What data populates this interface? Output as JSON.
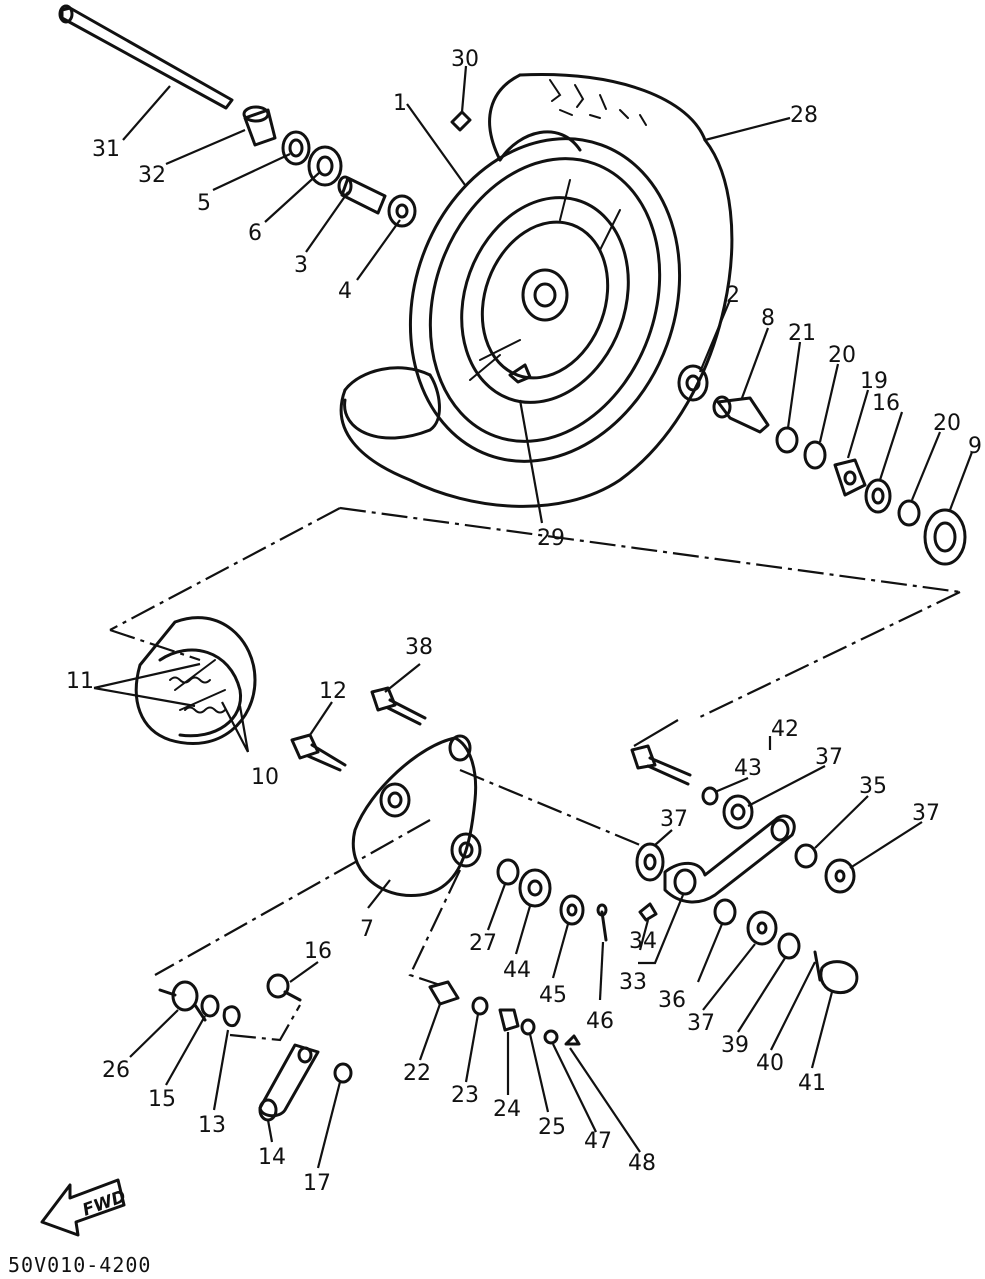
{
  "diagram": {
    "part_numbers": [
      "1",
      "2",
      "3",
      "4",
      "5",
      "6",
      "7",
      "8",
      "9",
      "10",
      "11",
      "12",
      "13",
      "14",
      "15",
      "16",
      "16",
      "17",
      "19",
      "20",
      "20",
      "21",
      "22",
      "23",
      "24",
      "25",
      "26",
      "27",
      "28",
      "29",
      "30",
      "31",
      "32",
      "33",
      "34",
      "35",
      "36",
      "37",
      "37",
      "37",
      "37",
      "38",
      "39",
      "40",
      "41",
      "42",
      "43",
      "44",
      "45",
      "46",
      "47",
      "48"
    ],
    "direction_label": "FWD",
    "drawing_code": "50V010-4200"
  }
}
